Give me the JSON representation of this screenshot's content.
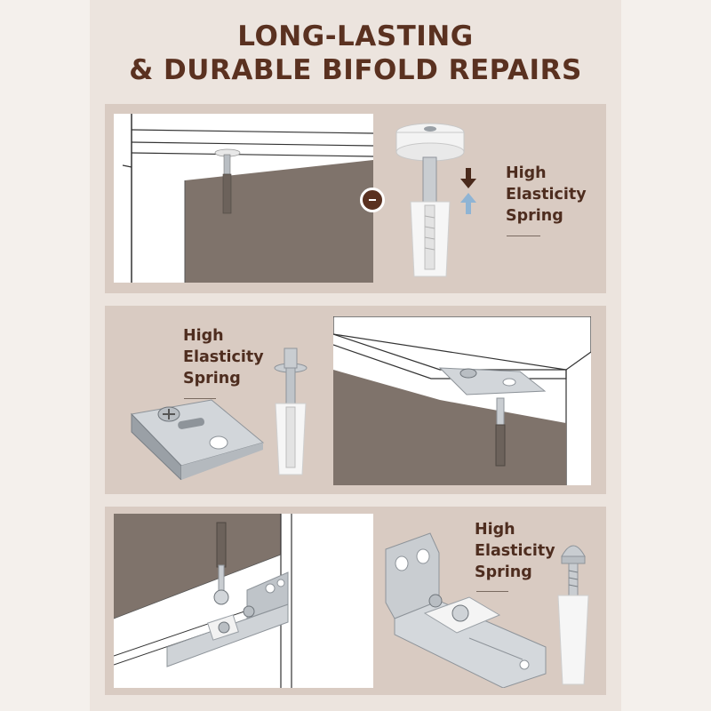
{
  "header": {
    "title_line1": "LONG-LASTING",
    "title_line2": "& DURABLE BIFOLD REPAIRS"
  },
  "sections": [
    {
      "label_lines": [
        "High",
        "Elasticity",
        "Spring"
      ],
      "arrows": [
        "arrow-down-icon",
        "arrow-up-icon"
      ]
    },
    {
      "label_lines": [
        "High",
        "Elasticity",
        "Spring"
      ]
    },
    {
      "label_lines": [
        "High",
        "Elasticity",
        "Spring"
      ]
    }
  ],
  "colors": {
    "title": "#5a3120",
    "panel": "#d9cbc2",
    "door": "#7f736b",
    "metal": "#c9cdd1"
  }
}
